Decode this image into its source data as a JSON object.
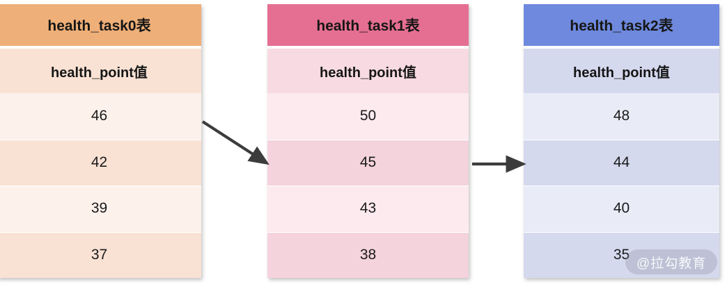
{
  "diagram": {
    "type": "table-flow",
    "background": "#ffffff",
    "arrow_color": "#3c3c3c",
    "tables": [
      {
        "id": "health_task0",
        "title": "health_task0表",
        "column_header": "health_point值",
        "header_color": "#efaf78",
        "subheader_color": "#f9e2d4",
        "row_color_odd": "#fdf1ec",
        "row_color_even": "#f9e2d4",
        "values": [
          "46",
          "42",
          "39",
          "37"
        ]
      },
      {
        "id": "health_task1",
        "title": "health_task1表",
        "column_header": "health_point值",
        "header_color": "#e56f92",
        "subheader_color": "#f7dae2",
        "row_color_odd": "#fceaef",
        "row_color_even": "#f4d3dd",
        "values": [
          "50",
          "45",
          "43",
          "38"
        ]
      },
      {
        "id": "health_task2",
        "title": "health_task2表",
        "column_header": "health_point值",
        "header_color": "#6e89dd",
        "subheader_color": "#d5d9ee",
        "row_color_odd": "#e9ebf7",
        "row_color_even": "#d5d9ee",
        "values": [
          "48",
          "44",
          "40",
          "35"
        ]
      }
    ],
    "arrows": [
      {
        "id": "arrow-task0-to-task1",
        "from": "health_task0",
        "to": "health_task1",
        "style": "diagonal-down-right"
      },
      {
        "id": "arrow-task1-to-task2",
        "from": "health_task1",
        "to": "health_task2",
        "style": "horizontal"
      }
    ]
  },
  "watermark": {
    "text": "@拉勾教育"
  }
}
